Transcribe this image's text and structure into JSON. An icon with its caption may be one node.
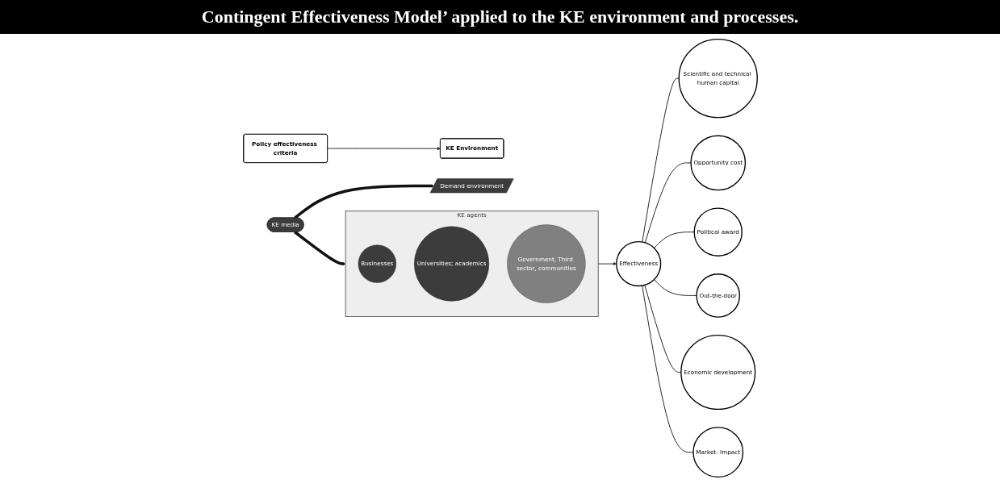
{
  "diagram": {
    "title": "Contingent Effectiveness Model’ applied to the KE environment and processes.",
    "nodes": [
      {
        "text": [
          "KE Environment"
        ]
      },
      {
        "text": [
          "Policy effectiveness criteria"
        ]
      },
      {
        "text": [
          "KE agents"
        ]
      },
      {
        "text": [
          "Businesses"
        ],
        "in": 2
      },
      {
        "text": [
          "Universities; academics"
        ],
        "in": 2
      },
      {
        "text": [
          "Government, Third sector, communities"
        ],
        "in": 2
      },
      {
        "text": [
          "KE media"
        ]
      },
      {
        "text": [
          "Demand environment"
        ]
      },
      {
        "text": [
          "Scientific and technical human capital"
        ]
      },
      {
        "text": [
          "Opportunity cost"
        ]
      },
      {
        "text": [
          "Political award"
        ]
      },
      {
        "text": [
          "Effectiveness"
        ]
      },
      {
        "text": [
          "Out-the-door"
        ]
      },
      {
        "text": [
          "Economic development"
        ]
      },
      {
        "text": [
          "Market- Impact"
        ]
      }
    ],
    "edges": [
      {
        "from": 1,
        "to": 0,
        "arrow": "to"
      },
      {
        "from": 6,
        "to": 2,
        "arrow": "to",
        "style": "thick"
      },
      {
        "from": 6,
        "to": 7,
        "arrow": "to",
        "style": "thick"
      },
      {
        "from": 2,
        "to": 11,
        "arrow": "to"
      },
      {
        "from": 11,
        "to": 8,
        "arrow": "none"
      },
      {
        "from": 11,
        "to": 9,
        "arrow": "none"
      },
      {
        "from": 11,
        "to": 10,
        "arrow": "none"
      },
      {
        "from": 11,
        "to": 12,
        "arrow": "none"
      },
      {
        "from": 11,
        "to": 13,
        "arrow": "none"
      },
      {
        "from": 11,
        "to": 14,
        "arrow": "none"
      }
    ]
  }
}
